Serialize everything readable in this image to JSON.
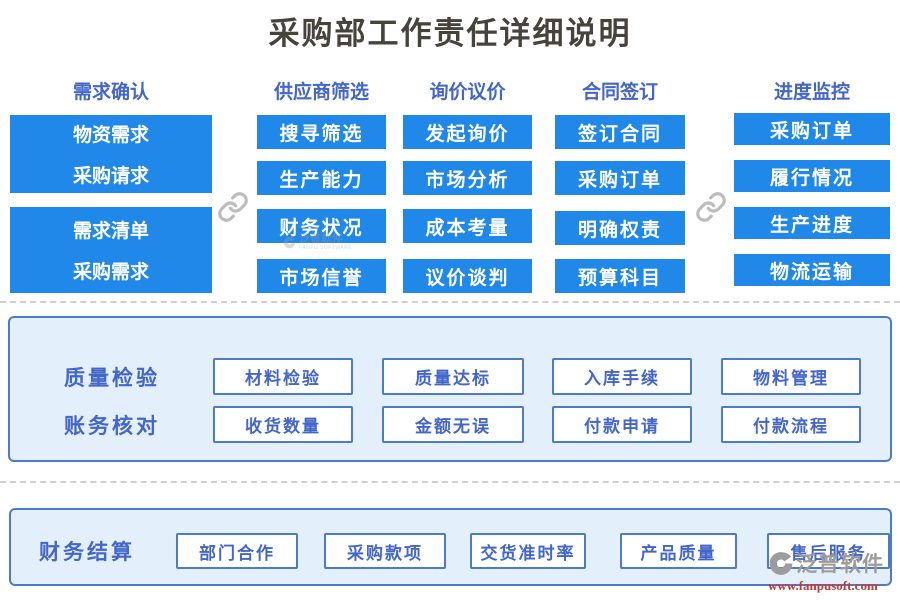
{
  "title": "采购部工作责任详细说明",
  "flow": {
    "columns": [
      {
        "header": "需求确认",
        "blocks": [
          {
            "lines": [
              "物资需求",
              "采购请求"
            ]
          },
          {
            "lines": [
              "需求清单",
              "采购需求"
            ]
          }
        ]
      },
      {
        "header": "供应商筛选",
        "items": [
          "搜寻筛选",
          "生产能力",
          "财务状况",
          "市场信誉"
        ]
      },
      {
        "header": "询价议价",
        "items": [
          "发起询价",
          "市场分析",
          "成本考量",
          "议价谈判"
        ]
      },
      {
        "header": "合同签订",
        "items": [
          "签订合同",
          "采购订单",
          "明确权责",
          "预算科目"
        ]
      },
      {
        "header": "进度监控",
        "items": [
          "采购订单",
          "履行情况",
          "生产进度",
          "物流运输"
        ]
      }
    ]
  },
  "quality_panel": {
    "rows": [
      {
        "label": "质量检验",
        "items": [
          "材料检验",
          "质量达标",
          "入库手续",
          "物料管理"
        ]
      },
      {
        "label": "账务核对",
        "items": [
          "收货数量",
          "金额无误",
          "付款申请",
          "付款流程"
        ]
      }
    ]
  },
  "finance_panel": {
    "label": "财务结算",
    "items": [
      "部门合作",
      "采购款项",
      "交货准时率",
      "产品质量",
      "售后服务"
    ]
  },
  "watermark": {
    "brand": "泛普软件",
    "brand_sub": "FANPU SOFTWARE",
    "url": "www.fanpusoft.com"
  },
  "colors": {
    "button_blue": "#2088E8",
    "label_blue": "#4366CB",
    "panel_bg": "#E3EFFB",
    "panel_border": "#4C7BC9",
    "watermark_gray": "#9C9C9C",
    "url_red": "#C53B32"
  }
}
